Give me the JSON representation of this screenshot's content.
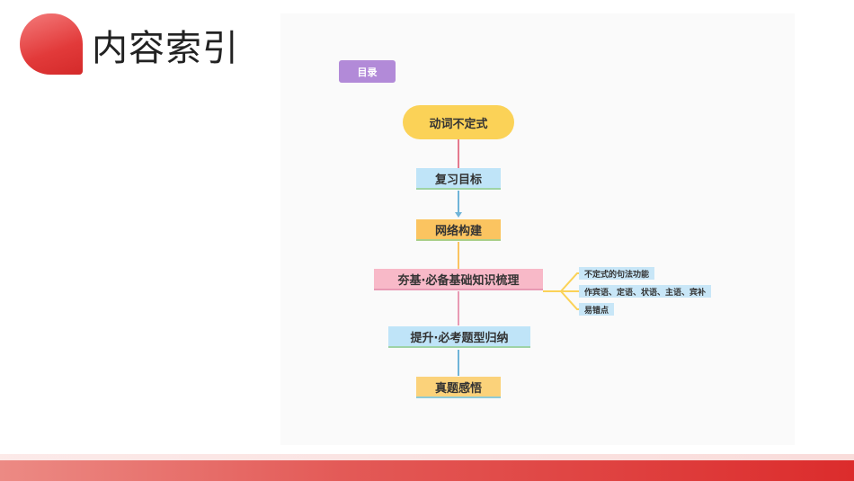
{
  "page": {
    "title": "内容索引"
  },
  "diagram": {
    "toc_tag": "目录",
    "root": "动词不定式",
    "steps": [
      "复习目标",
      "网络构建",
      "夯基·必备基础知识梳理",
      "提升·必考题型归纳",
      "真题感悟"
    ],
    "branches": [
      "不定式的句法功能",
      "作宾语、定语、状语、主语、宾补",
      "易错点"
    ]
  },
  "colors": {
    "accent": "#e23a3a",
    "toc_tag": "#b28ad8",
    "root": "#fbd257",
    "blue_box": "#bfe4f8",
    "orange_box": "#fbc460",
    "pink_box": "#f8b9c8"
  }
}
